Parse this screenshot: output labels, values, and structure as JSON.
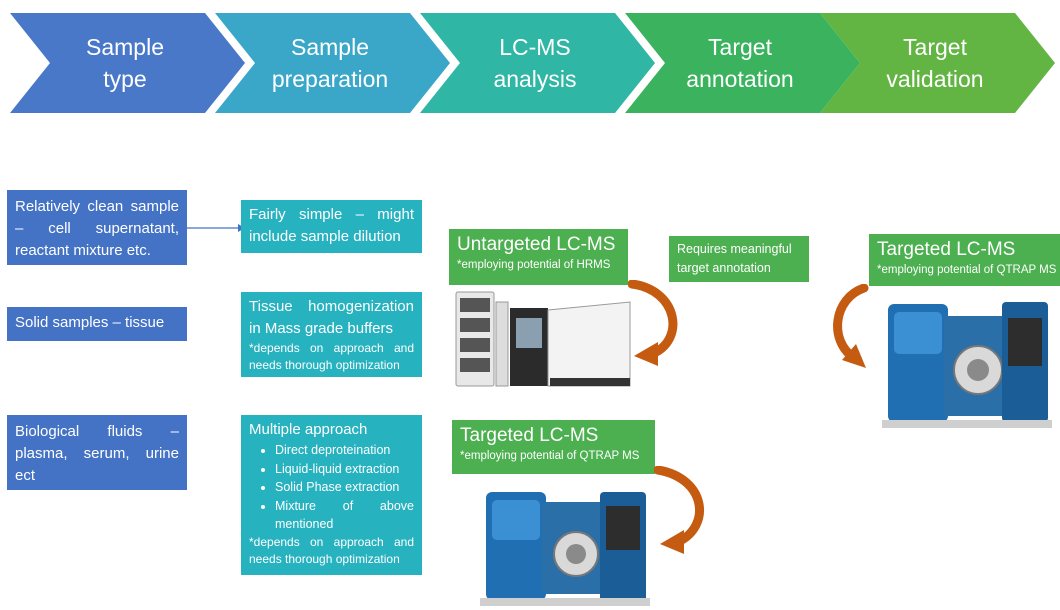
{
  "colors": {
    "chevron_1": "#4a78c8",
    "chevron_2": "#3aa7c9",
    "chevron_3": "#2fb6a4",
    "chevron_4": "#3ab25e",
    "chevron_5": "#62b543",
    "sample_box": "#4472c4",
    "prep_box": "#27b2c0",
    "instrument_label": "#4caf50",
    "arrow": "#c55a11"
  },
  "workflow": {
    "steps": [
      {
        "label": "Sample\ntype"
      },
      {
        "label": "Sample\npreparation"
      },
      {
        "label": "LC-MS\nanalysis"
      },
      {
        "label": "Target\nannotation"
      },
      {
        "label": "Target\nvalidation"
      }
    ]
  },
  "samples": {
    "clean": "Relatively clean sample – cell supernatant, reactant mixture etc.",
    "solid": "Solid samples – tissue",
    "fluids": "Biological fluids – plasma, serum, urine ect"
  },
  "prep": {
    "simple": "Fairly simple – might include sample dilution",
    "tissue_title": "Tissue homogenization in Mass grade buffers",
    "tissue_note": "*depends on approach and needs thorough optimization",
    "multi_title": "Multiple approach",
    "multi_items": [
      "Direct deproteination",
      "Liquid-liquid extraction",
      "Solid Phase extraction",
      "Mixture of above mentioned"
    ],
    "multi_note": "*depends on approach and needs thorough optimization"
  },
  "instruments": {
    "untargeted_title": "Untargeted LC-MS",
    "untargeted_sub": "*employing potential of HRMS",
    "targeted_title": "Targeted LC-MS",
    "targeted_sub": "*employing potential of QTRAP MS",
    "validation_title": "Targeted LC-MS",
    "validation_sub": "*employing potential of QTRAP MS"
  },
  "annotation_note": "Requires meaningful target annotation"
}
